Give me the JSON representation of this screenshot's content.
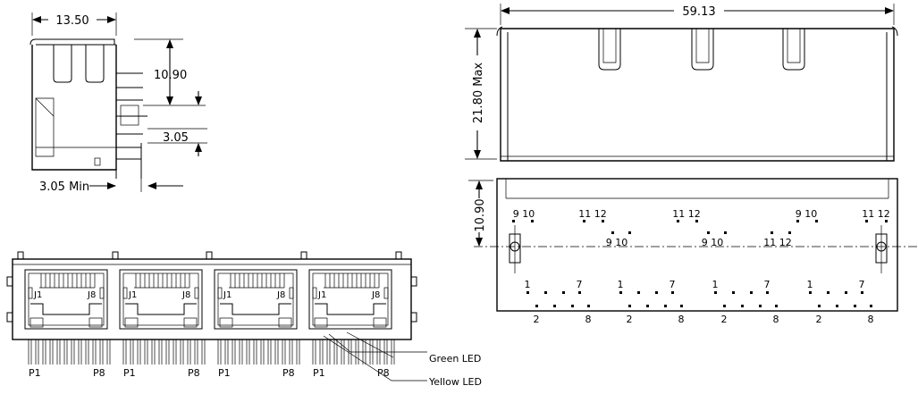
{
  "side_view": {
    "dim_width": "13.50",
    "dim_height": "10.90",
    "dim_pin": "3.05",
    "dim_min": "3.05  Min"
  },
  "top_view": {
    "dim_length": "59.13",
    "dim_height": "21.80  Max"
  },
  "footprint": {
    "dim_offset": "10.90",
    "pin_labels_upper": [
      "9 10",
      "11 12",
      "11 12",
      "9 10",
      "11 12"
    ],
    "pin_labels_lower": [
      "9 10",
      "9 10",
      "11 12"
    ],
    "row_odd": [
      "1",
      "7",
      "1",
      "7",
      "1",
      "7",
      "1",
      "7"
    ],
    "row_even": [
      "2",
      "8",
      "2",
      "8",
      "2",
      "8",
      "2",
      "8"
    ]
  },
  "front_view": {
    "ports": [
      {
        "left": "J1",
        "right": "J8",
        "p_left": "P1",
        "p_right": "P8"
      },
      {
        "left": "J1",
        "right": "J8",
        "p_left": "P1",
        "p_right": "P8"
      },
      {
        "left": "J1",
        "right": "J8",
        "p_left": "P1",
        "p_right": "P8"
      },
      {
        "left": "J1",
        "right": "J8",
        "p_left": "P1",
        "p_right": "P8"
      }
    ],
    "green_led": "Green  LED",
    "yellow_led": "Yellow  LED"
  }
}
